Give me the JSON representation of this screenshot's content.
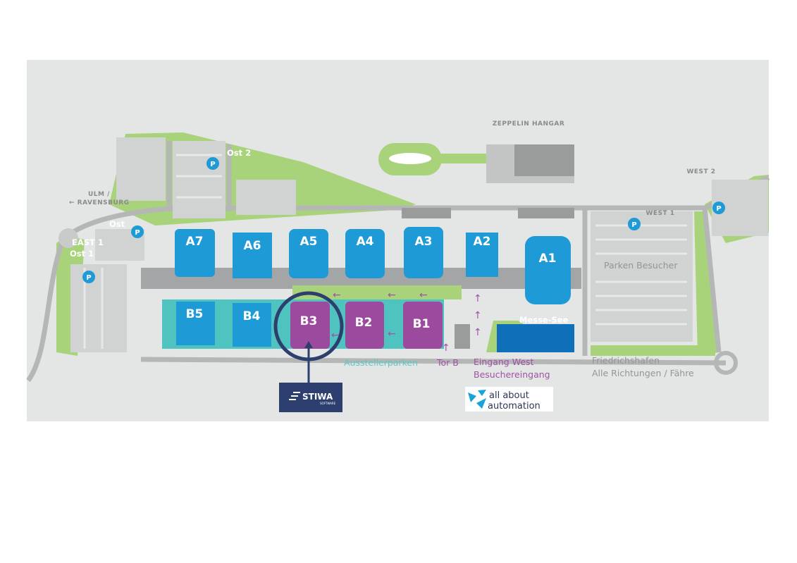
{
  "map": {
    "areas": {
      "zeppelin_hangar": "ZEPPELIN HANGAR",
      "west2": "WEST 2",
      "west1": "WEST 1",
      "ost2": "Ost 2",
      "ost": "Ost",
      "east1": "EAST 1",
      "ost1": "Ost 1",
      "ulm": "ULM /",
      "ravensburg": "← RAVENSBURG",
      "parken_besucher": "Parken Besucher",
      "messe_see": "Messe-See",
      "ausstellerparken": "Ausstellerparken",
      "tor_b": "Tor B",
      "eingang_west": "Eingang West",
      "besuchereingang": "Besuchereingang",
      "friedrichshafen": "Friedrichshafen",
      "alle_richtungen": "Alle Richtungen / Fähre",
      "parking_symbol": "P"
    },
    "halls_a": [
      "A7",
      "A6",
      "A5",
      "A4",
      "A3",
      "A2",
      "A1"
    ],
    "halls_b": [
      "B5",
      "B4",
      "B3",
      "B2",
      "B1"
    ],
    "highlighted_hall": "B3",
    "colors": {
      "hall_a": "#1e9ad6",
      "hall_b_visitor": "#9b4a9e",
      "hall_b_other": "#1e9ad6",
      "teal": "#4fc3c0",
      "green": "#a9d37a",
      "road": "#b5b6b6",
      "marker": "#2c3f6e"
    }
  },
  "logos": {
    "stiwa": {
      "name": "STIWA",
      "sub": "SOFTWARE"
    },
    "aaa": {
      "line1": "all about",
      "line2": "automation"
    }
  }
}
